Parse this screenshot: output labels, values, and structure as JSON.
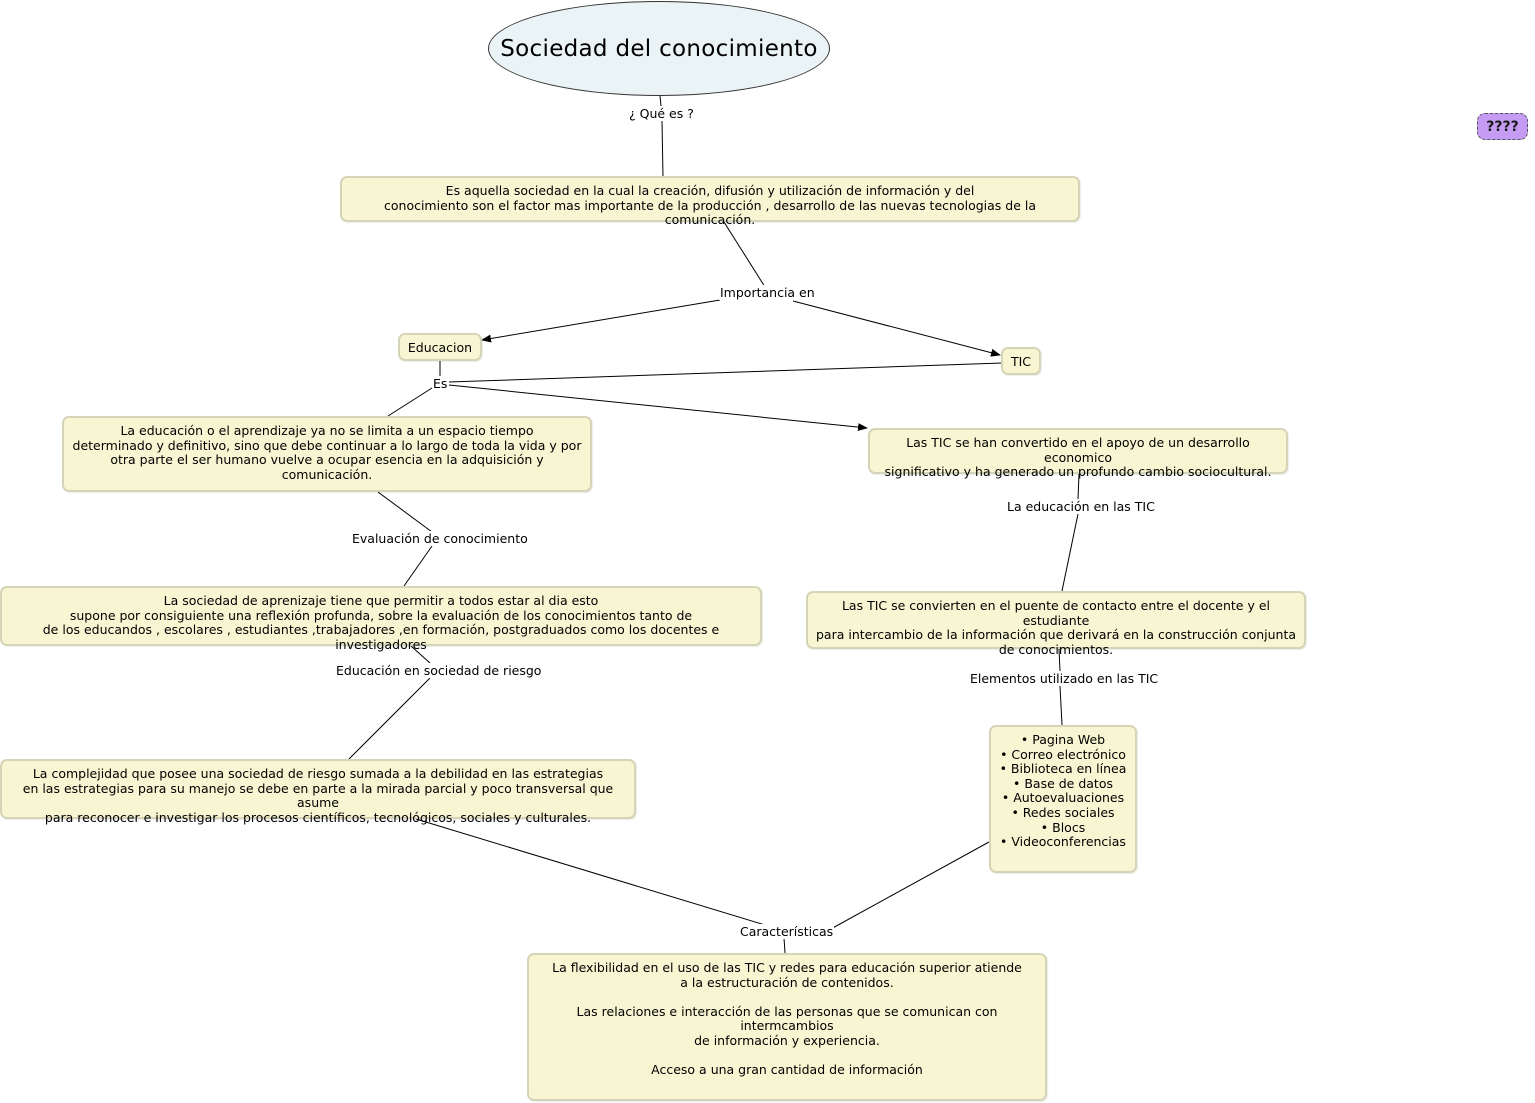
{
  "title": "Sociedad del conocimiento",
  "mystery_node": "????",
  "nodes": {
    "definition": "Es aquella sociedad en la cual la creación, difusión y utilización de información y del\nconocimiento son el factor mas importante  de la producción , desarrollo de las nuevas tecnologias de la comunicación.",
    "educacion": "Educacion",
    "tic": "TIC",
    "educacion_desc": "La educación o el aprendizaje ya no se limita a un espacio tiempo\ndeterminado y definitivo, sino que debe continuar a lo largo de toda la vida y por\notra parte el ser humano vuelve a ocupar esencia en la adquisición y comunicación.",
    "tic_desc": "Las TIC se han convertido en el apoyo de un desarrollo economico\nsignificativo y ha generado un profundo cambio sociocultural.",
    "sociedad_aprendizaje": "La sociedad de aprenizaje tiene que permitir a todos estar al dia esto\nsupone por consiguiente una reflexión profunda, sobre la evaluación de los conocimientos tanto de\nde los educandos , escolares , estudiantes ,trabajadores ,en formación, postgraduados como los docentes e investigadores",
    "tic_puente": "Las TIC se convierten en el puente de contacto entre el docente y el estudiante\npara intercambio de la información que derivará en la construcción conjunta\nde conocimientos.",
    "complejidad": "La complejidad que posee una sociedad de riesgo sumada a la debilidad en las estrategias\nen las estrategias para su manejo se debe en parte a la mirada parcial y poco transversal que asume\npara reconocer e investigar los procesos científicos, tecnológicos, sociales y culturales.",
    "elementos": "•    Pagina Web\n•  Correo electrónico\n• Biblioteca en línea\n•  Base de datos\n• Autoevaluaciones\n•  Redes sociales\n• Blocs\n• Videoconferencias",
    "caracteristicas_desc": "La flexibilidad en el uso de las TIC y redes para educación superior atiende\na la estructuración de contenidos.\n\nLas relaciones e interacción  de las personas que se comunican con intermcambios\nde información y experiencia.\n\nAcceso a una gran cantidad de información"
  },
  "link_labels": {
    "que_es": "¿ Qué es ?",
    "importancia": "Importancia en",
    "es": "Es",
    "evaluacion": "Evaluación de conocimiento",
    "educacion_tic": "La educación en las TIC",
    "riesgo": "Educación en sociedad de riesgo",
    "elementos": "Elementos utilizado en las TIC",
    "caracteristicas": "Características"
  }
}
